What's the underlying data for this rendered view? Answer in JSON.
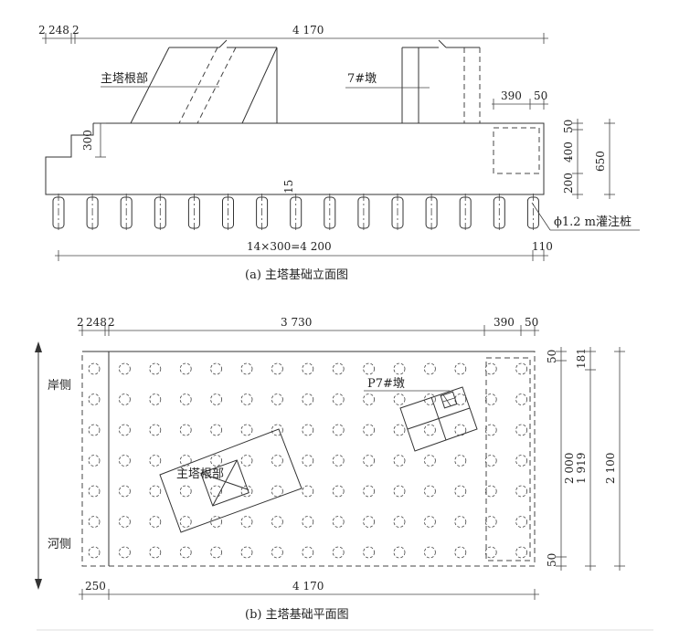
{
  "elevation": {
    "dims_top": [
      "2",
      "248",
      "2",
      "4 170",
      "390",
      "50"
    ],
    "label_tower_root": "主塔根部",
    "label_pier": "7#墩",
    "dim_cap_step": "300",
    "dims_right_small": [
      "50",
      "400",
      "200"
    ],
    "dim_right_total": "650",
    "dim_pile_gap": "15",
    "pile_note": "ϕ1.2 m灌注桩",
    "dim_pile_span": "14×300=4 200",
    "dim_end": "110",
    "caption": "(a) 主塔基础立面图"
  },
  "plan": {
    "dims_top": [
      "2",
      "248",
      "2",
      "3 730",
      "390",
      "50"
    ],
    "label_bank_side": "岸侧",
    "label_river_side": "河侧",
    "label_pier": "P7#墩",
    "label_tower_root": "主塔根部",
    "dims_right_a": [
      "50",
      "181"
    ],
    "dim_right_b": "2 000",
    "dim_right_c": "1 919",
    "dim_right_d": "2 100",
    "dim_right_bottom": "50",
    "dim_bottom_left": "250",
    "dim_bottom_main": "4 170",
    "caption": "(b) 主塔基础平面图"
  }
}
